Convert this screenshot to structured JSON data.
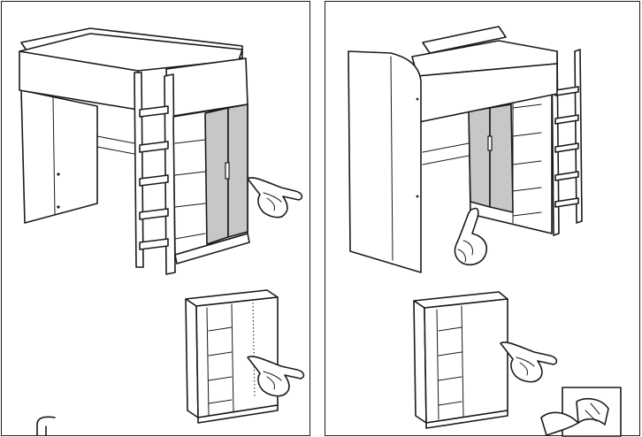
{
  "document": {
    "type": "assembly-instruction-page",
    "panels": [
      {
        "id": "left",
        "illustrations": [
          "loft-bed-with-wardrobe-doors-closed",
          "hand-pointing-at-doors",
          "small-wardrobe-unit-inset",
          "hand-pointing-at-inset"
        ]
      },
      {
        "id": "right",
        "illustrations": [
          "loft-bed-with-tall-side-panel",
          "hand-pointing-up-at-doors",
          "small-wardrobe-unit-inset",
          "hand-pointing-at-inset",
          "page-turn-icon"
        ]
      }
    ],
    "colors": {
      "line": "#1a1a1a",
      "door_fill": "#c7c7c7",
      "background": "#ffffff"
    },
    "icons": [
      "pointing-hand-icon",
      "page-turn-icon",
      "hook-fragment-icon"
    ]
  }
}
